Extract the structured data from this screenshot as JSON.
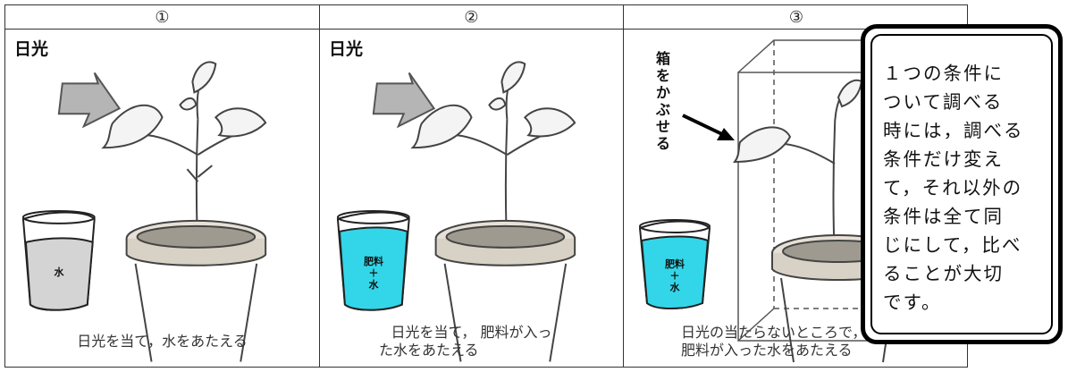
{
  "panels": [
    {
      "number": "①",
      "sun_label": "日光",
      "cup_text": "水",
      "caption": "日光を当て，水をあたえる"
    },
    {
      "number": "②",
      "sun_label": "日光",
      "cup_text_top": "肥料",
      "cup_text_plus": "＋",
      "cup_text_bottom": "水",
      "caption_line1": "日光を当て， 肥料が入っ",
      "caption_line2": "た水をあたえる"
    },
    {
      "number": "③",
      "box_label": "箱をかぶせる",
      "cup_text_top": "肥料",
      "cup_text_plus": "＋",
      "cup_text_bottom": "水",
      "caption_line1": "日光の当たらないところで，",
      "caption_line2": "肥料が入った水をあたえる"
    }
  ],
  "note": {
    "text": "１つの条件に\nついて調べる\n時には，調べる\n条件だけ変え\nて，それ以外の\n条件は全て同\nじにして，比べ\nることが大切\nです。"
  },
  "colors": {
    "water_plain": "#d4d4d4",
    "water_fertilizer": "#33d6e8",
    "arrow_fill": "#b5b5b5"
  }
}
